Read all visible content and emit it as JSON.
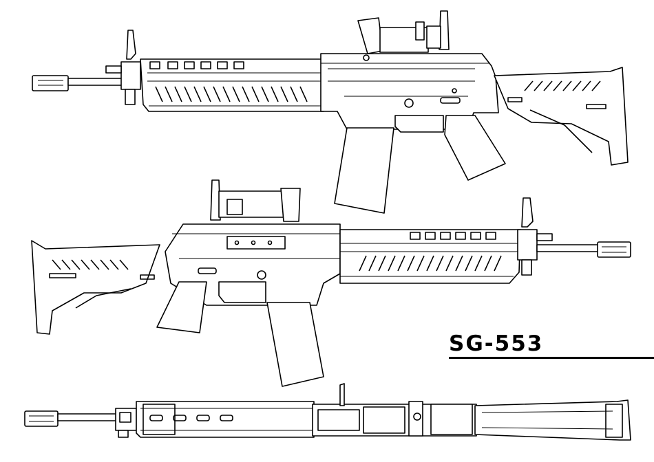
{
  "title": "SG-553",
  "views": [
    {
      "name": "right-side-view"
    },
    {
      "name": "left-side-view"
    },
    {
      "name": "top-view"
    }
  ],
  "colors": {
    "line": "#000000",
    "background": "#ffffff"
  }
}
